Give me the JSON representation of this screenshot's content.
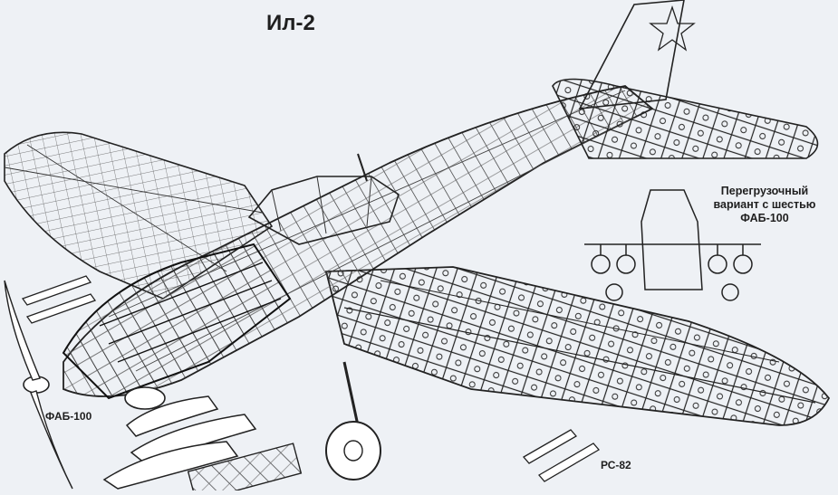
{
  "diagram": {
    "title": "Ил-2",
    "labels": {
      "overload_line1": "Перегрузочный",
      "overload_line2": "вариант с шестью",
      "overload_line3": "ФАБ-100",
      "bomb_label": "ФАБ-100",
      "rocket_label": "РС-82"
    },
    "colors": {
      "background": "#eef1f5",
      "ink": "#1f1f1f",
      "hatch": "#3a3a3a"
    }
  }
}
